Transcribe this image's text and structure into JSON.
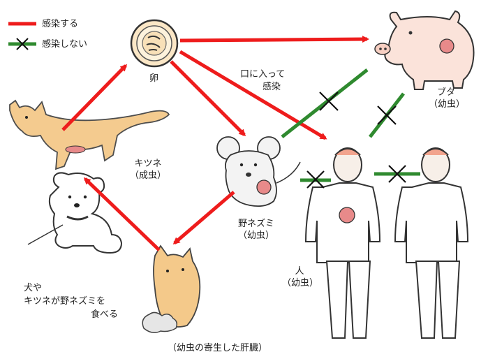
{
  "legend": {
    "infect": "感染する",
    "no_infect": "感染しない"
  },
  "labels": {
    "egg": "卵",
    "mouth": "口に入って",
    "mouth2": "感染",
    "pig1": "ブタ",
    "pig2": "（幼虫）",
    "fox1": "キツネ",
    "fox2": "（成虫）",
    "mouse1": "野ネズミ",
    "mouse2": "（幼虫）",
    "human1": "人",
    "human2": "（幼虫）",
    "eat1": "犬や",
    "eat2": "キツネが野ネズミを",
    "eat3": "食べる",
    "liver": "（幼虫の寄生した肝臓）"
  },
  "colors": {
    "infect": "#ee1c1c",
    "no_infect": "#2f8a2f",
    "cross": "#111111",
    "fox": "#f4c98a",
    "parasite": "#e88a8a"
  }
}
